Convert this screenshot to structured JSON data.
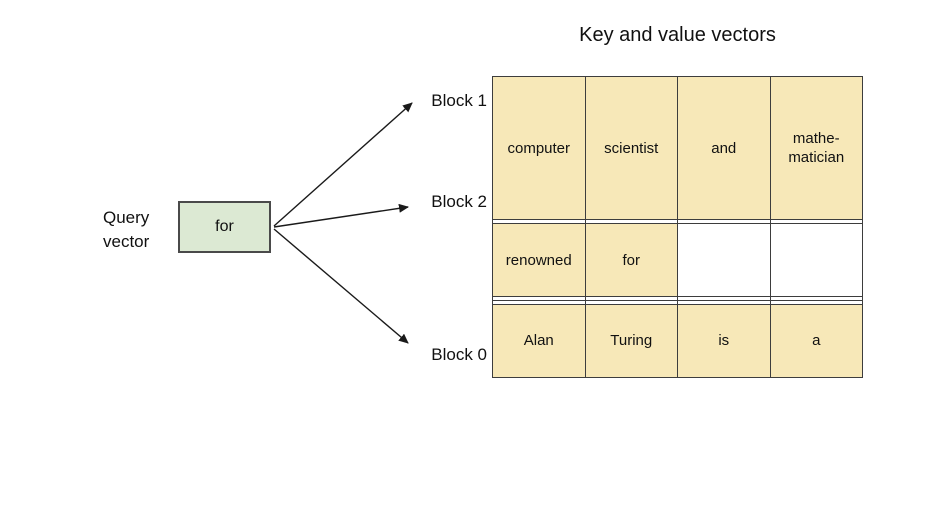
{
  "title": "Key and value vectors",
  "query_vector": {
    "label": "Query\nvector",
    "value": "for"
  },
  "block_labels": [
    "Block 1",
    "Block 2",
    "Block 0"
  ],
  "kv_table": {
    "rows": [
      {
        "block": "Block 1",
        "cells": [
          {
            "text": "computer",
            "filled": true
          },
          {
            "text": "scientist",
            "filled": true
          },
          {
            "text": "and",
            "filled": true
          },
          {
            "text": "mathe-\nmatician",
            "filled": true
          }
        ]
      },
      {
        "block": "",
        "cells": [
          {
            "text": "",
            "filled": false
          },
          {
            "text": "",
            "filled": false
          },
          {
            "text": "",
            "filled": false
          },
          {
            "text": "",
            "filled": false
          }
        ]
      },
      {
        "block": "Block 2",
        "cells": [
          {
            "text": "renowned",
            "filled": true
          },
          {
            "text": "for",
            "filled": true
          },
          {
            "text": "",
            "filled": false
          },
          {
            "text": "",
            "filled": false
          }
        ]
      },
      {
        "block": "",
        "cells": [
          {
            "text": "",
            "filled": false
          },
          {
            "text": "",
            "filled": false
          },
          {
            "text": "",
            "filled": false
          },
          {
            "text": "",
            "filled": false
          }
        ]
      },
      {
        "block": "",
        "cells": [
          {
            "text": "",
            "filled": false
          },
          {
            "text": "",
            "filled": false
          },
          {
            "text": "",
            "filled": false
          },
          {
            "text": "",
            "filled": false
          }
        ]
      },
      {
        "block": "Block 0",
        "cells": [
          {
            "text": "Alan",
            "filled": true
          },
          {
            "text": "Turing",
            "filled": true
          },
          {
            "text": "is",
            "filled": true
          },
          {
            "text": "a",
            "filled": true
          }
        ]
      }
    ]
  },
  "colors": {
    "cell_fill": "#f7e8b8",
    "query_fill": "#dce9d3",
    "line": "#3d3d3d",
    "arrow": "#1a1a1a"
  }
}
